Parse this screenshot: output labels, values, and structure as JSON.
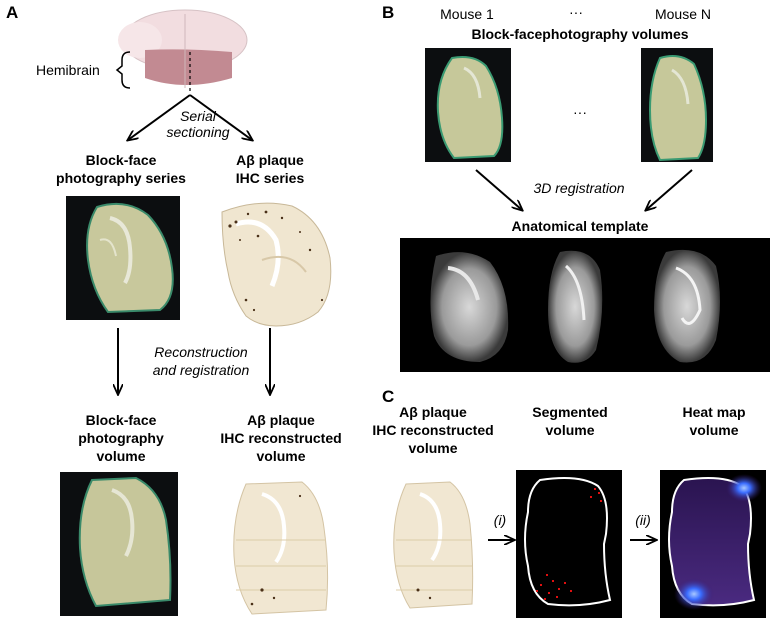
{
  "panels": {
    "a": "A",
    "b": "B",
    "c": "C"
  },
  "panel_a": {
    "hemibrain_label": "Hemibrain",
    "serial_sectioning": [
      "Serial",
      "sectioning"
    ],
    "blockface_series": [
      "Block-face",
      "photography series"
    ],
    "ihc_series": [
      "Aβ plaque",
      "IHC series"
    ],
    "reconstruction": [
      "Reconstruction",
      "and registration"
    ],
    "blockface_volume": [
      "Block-face",
      "photography",
      "volume"
    ],
    "ihc_volume": [
      "Aβ plaque",
      "IHC reconstructed",
      "volume"
    ]
  },
  "panel_b": {
    "mouse_first": "Mouse 1",
    "mouse_ellipsis": "···",
    "mouse_last": "Mouse N",
    "volumes_title": "Block-facephotography volumes",
    "middle_ellipsis": "···",
    "registration": "3D registration",
    "template_title": "Anatomical template"
  },
  "panel_c": {
    "ihc_volume": [
      "Aβ plaque",
      "IHC reconstructed",
      "volume"
    ],
    "segmented": [
      "Segmented",
      "volume"
    ],
    "heatmap": [
      "Heat map",
      "volume"
    ],
    "step_i": "(i)",
    "step_ii": "(ii)"
  },
  "colors": {
    "tissue": "#c9c9a0",
    "tissue_edge": "#2f8f6b",
    "ihc_bg": "#f3ead6",
    "plaque_red": "#e01010",
    "heat_purple": "#3a1a6e",
    "heat_blue": "#3a6cff"
  }
}
